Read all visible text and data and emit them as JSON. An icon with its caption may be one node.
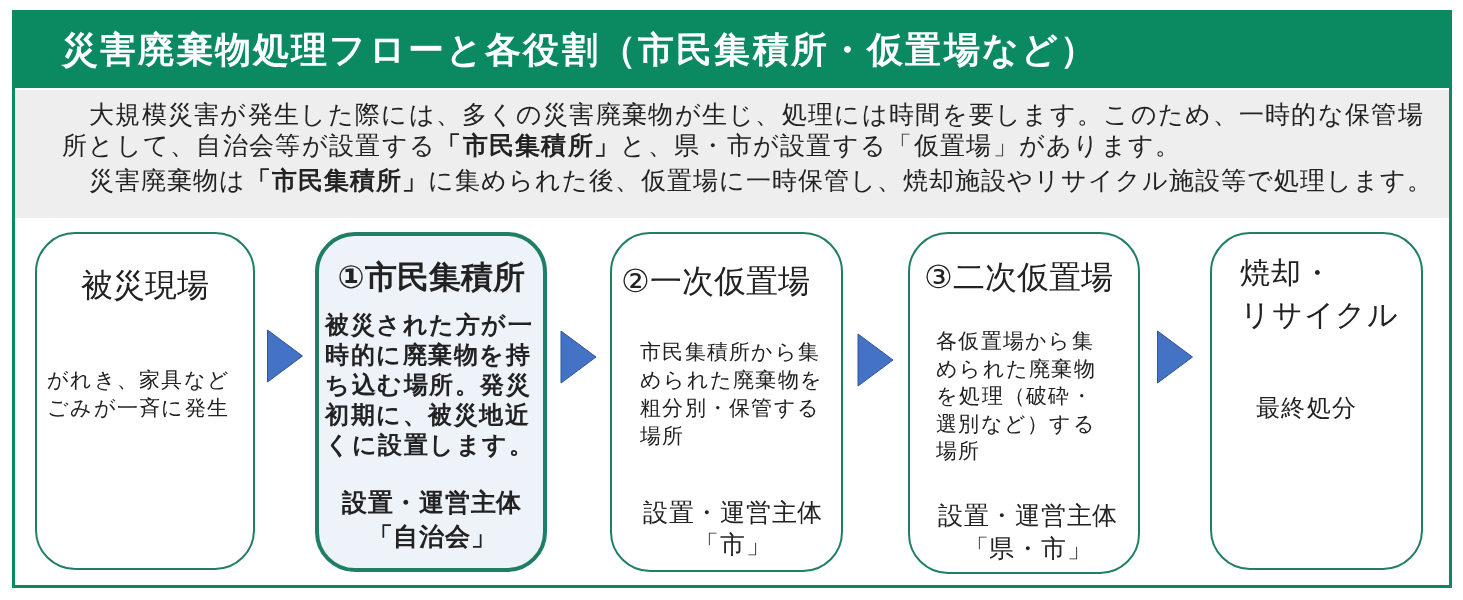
{
  "diagram": {
    "title": "災害廃棄物処理フローと各役割（市民集積所・仮置場など）",
    "nodes": [
      {
        "text": [
          "被災現場",
          "がれき、家具などごみが一斉に発生"
        ]
      },
      {
        "text": [
          "①市民集積所",
          "被災された方が一時的に廃棄物を持ち込む場所。発災初期に、被災地近くに設置します。",
          "設置・運営主体「自治会」"
        ]
      },
      {
        "text": [
          "②一次仮置場",
          "市民集積所から集められた廃棄物を粗分別・保管する場所",
          "設置・運営主体「市」"
        ]
      },
      {
        "text": [
          "③二次仮置場",
          "各仮置場から集められた廃棄物を処理（破砕・選別など）する場所",
          "設置・運営主体「県・市」"
        ]
      },
      {
        "text": [
          "焼却・リサイクル",
          "最終処分"
        ]
      }
    ],
    "edges": [
      {
        "from": 0,
        "to": 1,
        "arrow": "to"
      },
      {
        "from": 1,
        "to": 2,
        "arrow": "to"
      },
      {
        "from": 2,
        "to": 3,
        "arrow": "to"
      },
      {
        "from": 3,
        "to": 4,
        "arrow": "to"
      }
    ],
    "labels": [
      "大規模災害が発生した際には、多くの災害廃棄物が生じ、処理には時間を要します。このため、一時的な保管場所として、自治会等が設置する**「市民集積所」**と、県・市が設置する「仮置場」があります。",
      "災害廃棄物は**「市民集積所」**に集められた後、仮置場に一時保管し、焼却施設やリサイクル施設等で処理します。"
    ]
  }
}
